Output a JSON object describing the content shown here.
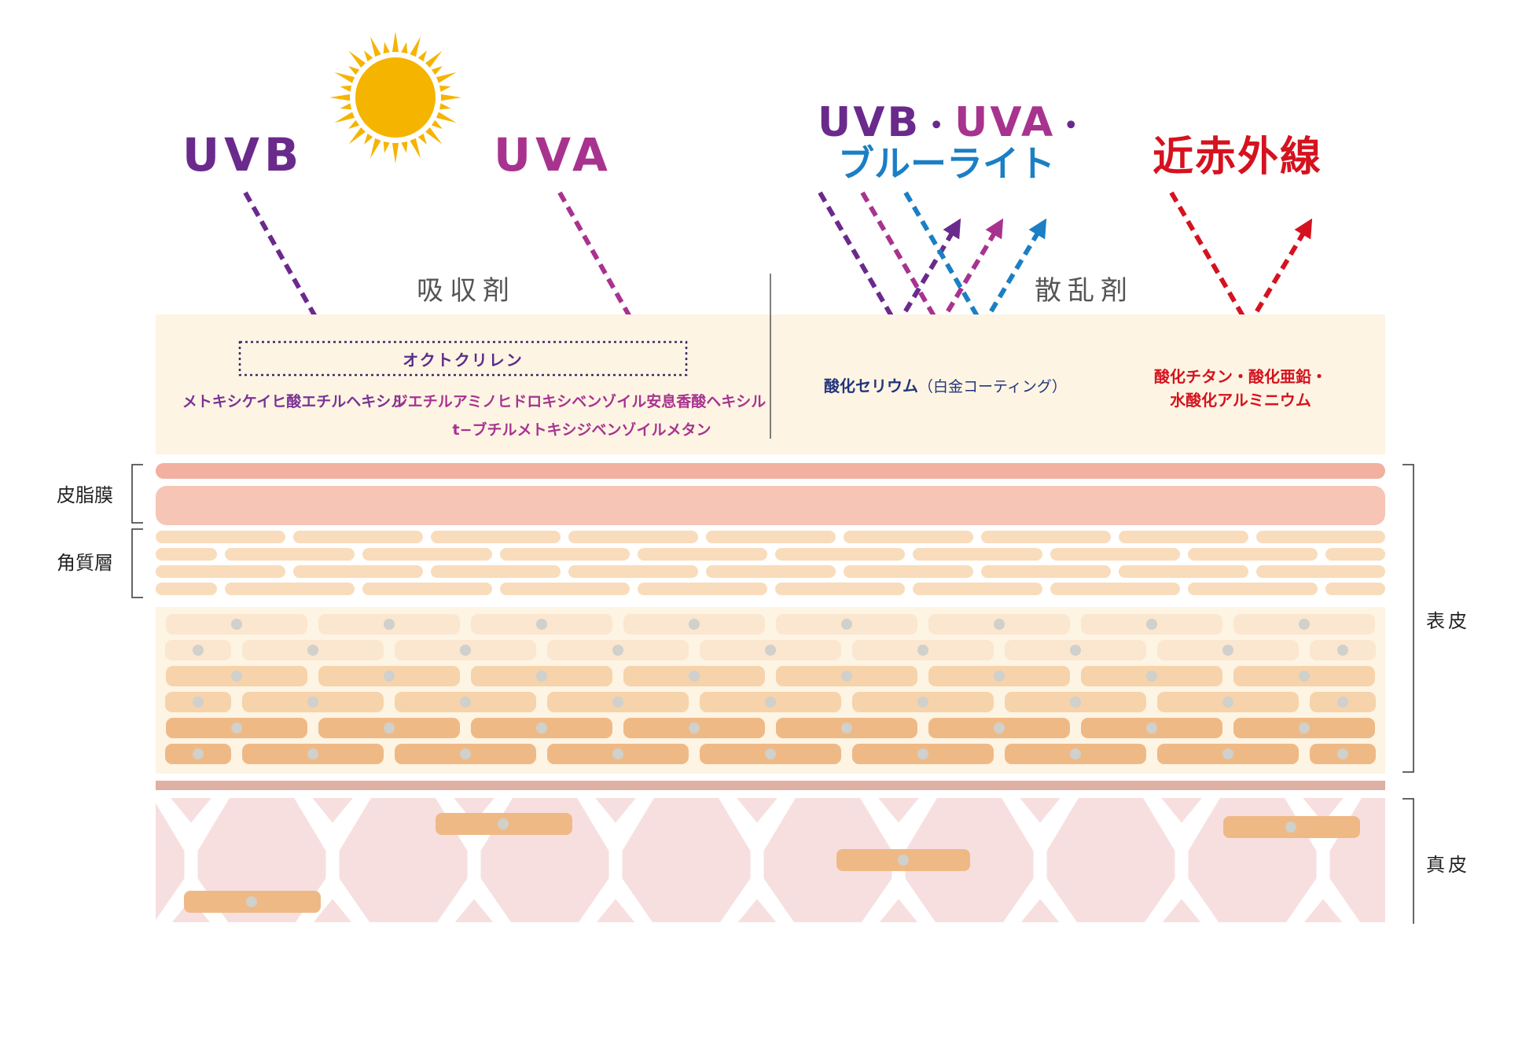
{
  "rays": {
    "uvb": "UVB",
    "uva": "UVA",
    "scatter_line1_uvb": "UVB",
    "scatter_line1_sep1": "・",
    "scatter_line1_uva": "UVA",
    "scatter_line1_sep2": "・",
    "scatter_line2": "ブルーライト",
    "near_infrared": "近赤外線"
  },
  "categories": {
    "absorber": "吸収剤",
    "scatterer": "散乱剤"
  },
  "ingredients": {
    "octocrylene": "オクトクリレン",
    "ethylhexyl_methoxycinnamate": "メトキシケイヒ酸エチルヘキシル",
    "dea_benzoate": "ジエチルアミノヒドロキシベンゾイル安息香酸ヘキシル",
    "avobenzone": "t−ブチルメトキシジベンゾイルメタン",
    "cerium_main": "酸化セリウム",
    "cerium_note": "（白金コーティング）",
    "oxides_line1": "酸化チタン・酸化亜鉛・",
    "oxides_line2": "水酸化アルミニウム"
  },
  "layers": {
    "sebum": "皮脂膜",
    "stratum_corneum": "角質層",
    "epidermis": "表皮",
    "dermis": "真皮"
  },
  "colors": {
    "uvb": "#6a2a8c",
    "uva": "#a8338f",
    "blue_light": "#1b7fc4",
    "near_infrared": "#d5121f",
    "cerium_text": "#23357a",
    "sun": "#f5b400",
    "sebum_top": "#f2b0a0",
    "sebum": "#f6c5b5",
    "corneum": "#f9dcbb",
    "cell_light": "#fbe6cf",
    "cell_mid": "#f6d3ab",
    "cell_dark": "#efb986",
    "dermis_bg": "#f7dfe0",
    "basement": "#dfb0a4",
    "panel": "#fdf4e3"
  },
  "icons": [
    "sun-icon"
  ]
}
